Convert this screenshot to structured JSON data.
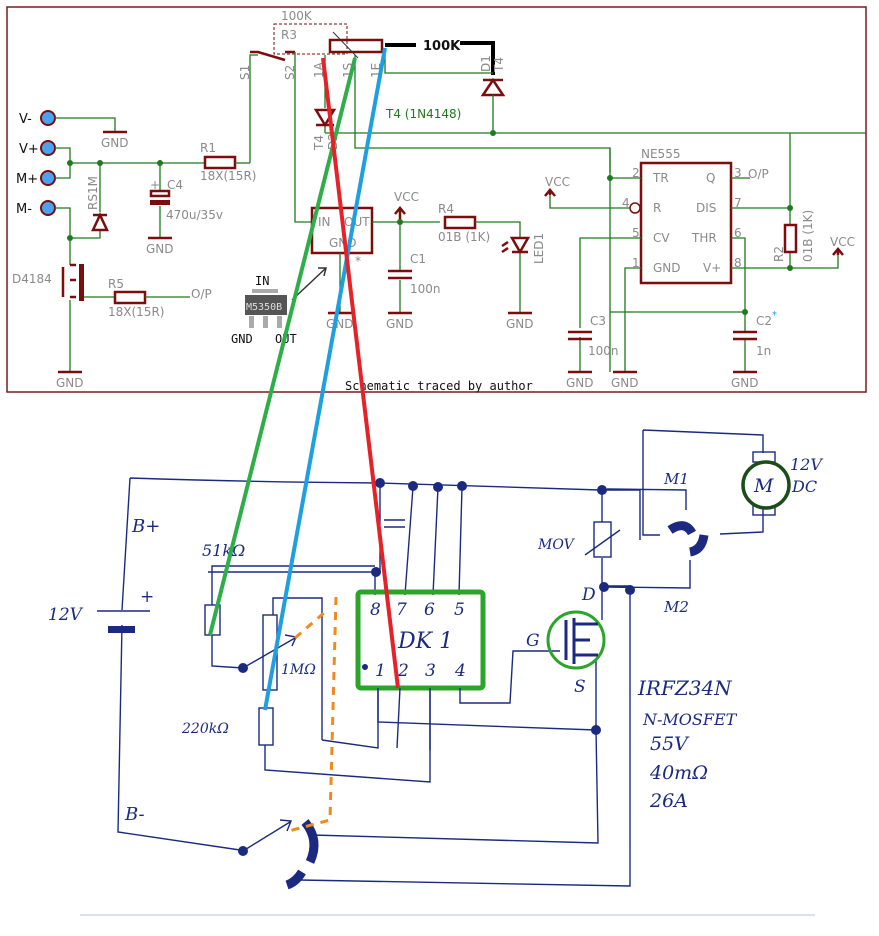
{
  "caption": "Schematic traced by author",
  "colors": {
    "frame": "#7a1a1a",
    "wire": "#1e7a1e",
    "component": "#7a0d0d",
    "terminal": "#4aa3f0",
    "label": "#8a8a8a",
    "hand_ink": "#1b2a80",
    "overlay_red": "#e52228",
    "overlay_green": "#2eae48",
    "overlay_blue": "#1ea0e0",
    "overlay_orange": "#f08a1e",
    "highlight_green": "#2aa52a"
  },
  "top_schematic": {
    "terminals": [
      "V-",
      "V+",
      "M+",
      "M-"
    ],
    "gnd_label": "GND",
    "vcc_label": "VCC",
    "r1": {
      "name": "R1",
      "value": "18X(15R)"
    },
    "r5": {
      "name": "R5",
      "value": "18X(15R)"
    },
    "r4": {
      "name": "R4",
      "value": "01B (1K)"
    },
    "r2": {
      "name": "R2",
      "value": "01B (1K)"
    },
    "r3": {
      "name": "R3",
      "value": "100K",
      "pins": [
        "1A",
        "1S",
        "1E"
      ]
    },
    "r3_switch_pins": [
      "S1",
      "S2"
    ],
    "pot_extension_label": "100K",
    "c4": {
      "name": "C4",
      "value": "470u/35v",
      "polarity": "+"
    },
    "c1": {
      "name": "C1",
      "value": "100n"
    },
    "c3": {
      "name": "C3",
      "value": "100n"
    },
    "c2": {
      "name": "C2",
      "value": "1n",
      "mark": "*"
    },
    "diode_rs1m": "RS1M",
    "mosfet": "D4184",
    "output_label": "O/P",
    "led": "LED1",
    "d1": {
      "name": "D1",
      "ref": "T4"
    },
    "d2": {
      "name": "D2",
      "ref": "T4"
    },
    "diode_note": "T4 (1N4148)",
    "regulator": {
      "pins": [
        "IN",
        "OUT",
        "GND"
      ],
      "mark": "*"
    },
    "sot_chip": {
      "marking": "M5350B",
      "pins": [
        "IN",
        "GND",
        "OUT"
      ]
    },
    "ne555": {
      "name": "NE555",
      "left_pins": [
        {
          "num": "2",
          "label": "TR"
        },
        {
          "num": "4",
          "label": "R"
        },
        {
          "num": "5",
          "label": "CV"
        },
        {
          "num": "1",
          "label": "GND"
        }
      ],
      "right_pins": [
        {
          "num": "3",
          "label": "Q"
        },
        {
          "num": "7",
          "label": "DIS"
        },
        {
          "num": "6",
          "label": "THR"
        },
        {
          "num": "8",
          "label": "V+"
        }
      ],
      "output": "O/P"
    }
  },
  "bottom_sketch": {
    "battery": {
      "voltage": "12V",
      "plus": "+"
    },
    "rails": [
      "B+",
      "B-"
    ],
    "resistor_51k": "51kΩ",
    "pot_1m": "1MΩ",
    "resistor_220k": "220kΩ",
    "ic": {
      "name": "DK 1",
      "top_pins": [
        "8",
        "7",
        "6",
        "5"
      ],
      "bottom_pins": [
        "1",
        "2",
        "3",
        "4"
      ]
    },
    "mov": "MOV",
    "mosfet_pins": [
      "G",
      "D",
      "S"
    ],
    "motor": {
      "symbol": "M",
      "rating": [
        "12V",
        "DC"
      ]
    },
    "motor_contacts": [
      "M1",
      "M2"
    ],
    "mosfet_specs": [
      "IRFZ34N",
      "N-MOSFET",
      "55V",
      "40mΩ",
      "26A"
    ]
  }
}
